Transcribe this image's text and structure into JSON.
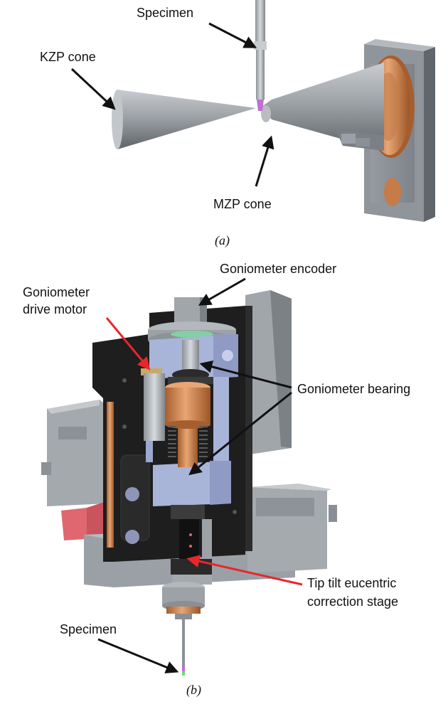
{
  "panel_a": {
    "caption": "(a)",
    "labels": {
      "specimen": "Specimen",
      "kzp_cone": "KZP cone",
      "mzp_cone": "MZP cone"
    }
  },
  "panel_b": {
    "caption": "(b)",
    "labels": {
      "goniometer_encoder": "Goniometer encoder",
      "goniometer_drive_motor_line1": "Goniometer",
      "goniometer_drive_motor_line2": "drive motor",
      "goniometer_bearing": "Goniometer bearing",
      "tip_tilt_line1": "Tip tilt eucentric",
      "tip_tilt_line2": "correction stage",
      "specimen": "Specimen"
    }
  },
  "colors": {
    "arrow_black": "#111111",
    "arrow_red": "#e8262b",
    "copper": "#d48a55",
    "steel": "#a9aeb4",
    "dark_body": "#1e1e1e",
    "blue_plate": "#a8b4d8",
    "pink_block": "#e0676f",
    "specimen_tip": "#c070d0"
  }
}
